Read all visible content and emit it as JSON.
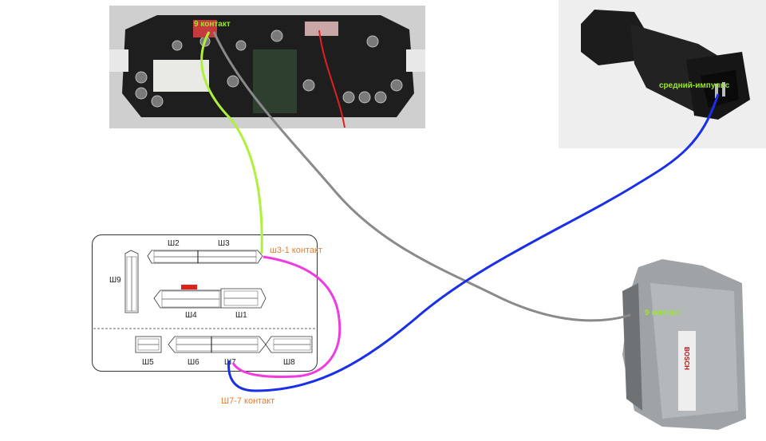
{
  "labels": {
    "cluster_pin": "9 контакт",
    "sensor_pin": "средний-импульс",
    "ecu_pin": "9 контакт",
    "sh3_pin": "ш3-1 контакт",
    "sh7_pin": "Ш7-7 контакт"
  },
  "connectors": {
    "sh2": "Ш2",
    "sh3": "Ш3",
    "sh9": "Ш9",
    "sh4": "Ш4",
    "sh1": "Ш1",
    "sh5": "Ш5",
    "sh6": "Ш6",
    "sh7": "Ш7",
    "sh8": "Ш8"
  },
  "ecu_brand": "BOSCH",
  "colors": {
    "green_wire": "#aef03a",
    "gray_wire": "#808080",
    "blue_wire": "#1a2fe8",
    "magenta_wire": "#ee3ce0",
    "red_wire": "#e02020"
  }
}
